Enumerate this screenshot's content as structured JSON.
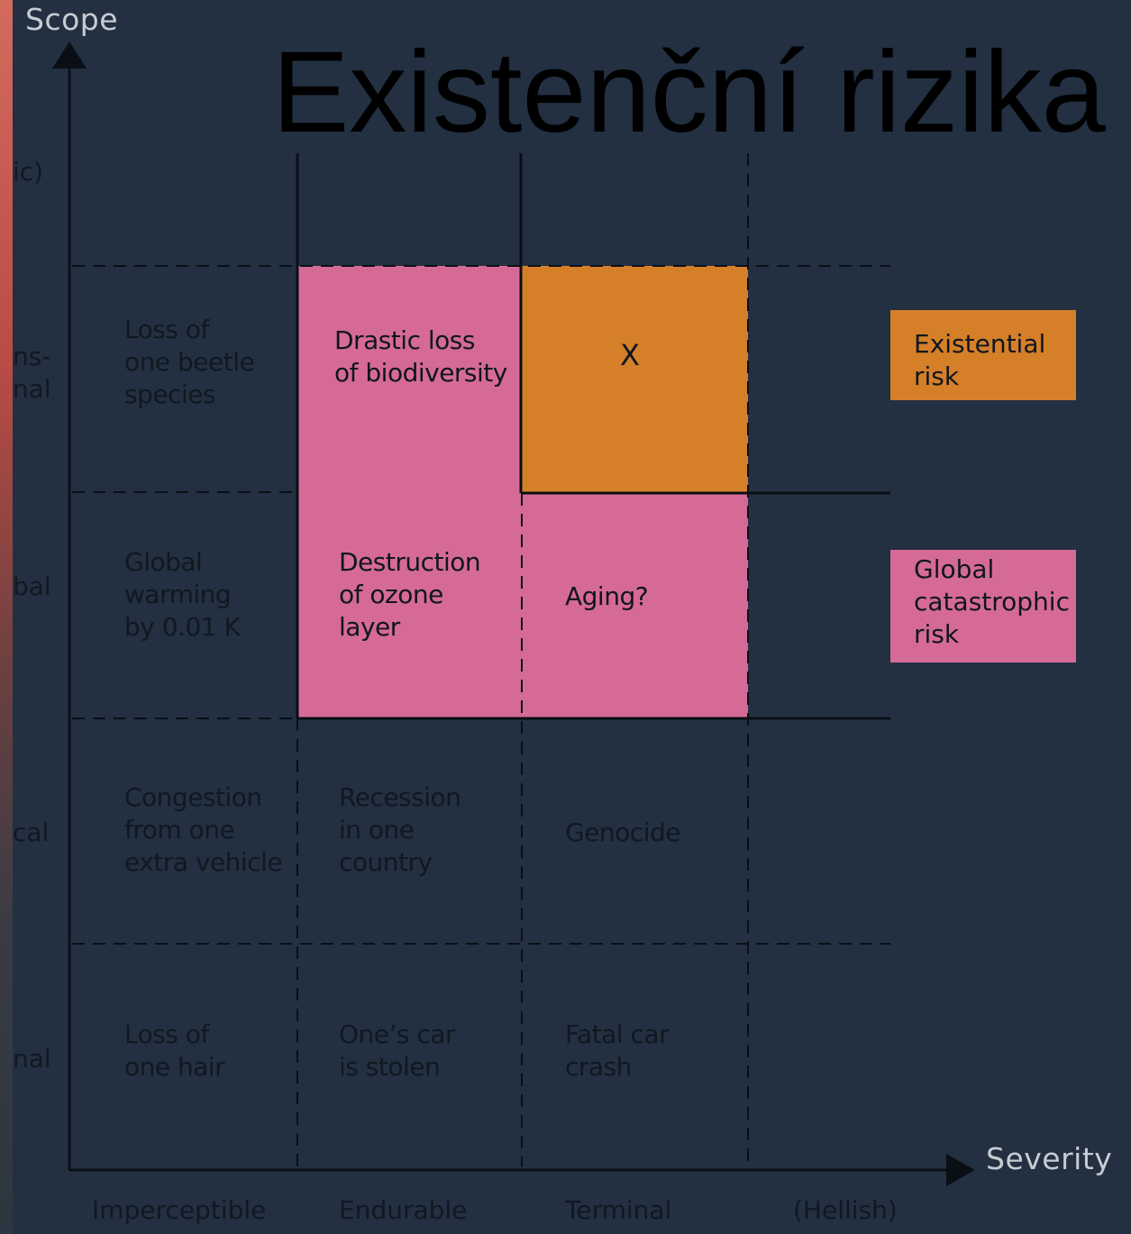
{
  "title": "Existenční rizika",
  "axes": {
    "y_label": "Scope",
    "x_label": "Severity"
  },
  "x_categories": [
    "Imperceptible",
    "Endurable",
    "Terminal",
    "(Hellish)"
  ],
  "y_categories_visible": [
    "ic)",
    "ns-\nnal",
    "bal",
    "cal",
    "nal"
  ],
  "cells": {
    "beetle": "Loss of\none beetle\nspecies",
    "biodiversity": "Drastic loss\nof biodiversity",
    "x": "X",
    "warming": "Global\nwarming\nby 0.01 K",
    "ozone": "Destruction\nof ozone\nlayer",
    "aging": "Aging?",
    "congestion": "Congestion\nfrom one\nextra vehicle",
    "recession": "Recession\nin one\ncountry",
    "genocide": "Genocide",
    "hair": "Loss of\none hair",
    "car_stolen": "One’s car\nis stolen",
    "car_crash": "Fatal car\ncrash"
  },
  "legend": {
    "existential": "Existential\nrisk",
    "global": "Global\ncatastrophic\nrisk"
  },
  "colors": {
    "background": "#223041",
    "global_catastrophic": "#d66a97",
    "existential": "#d57f29"
  }
}
